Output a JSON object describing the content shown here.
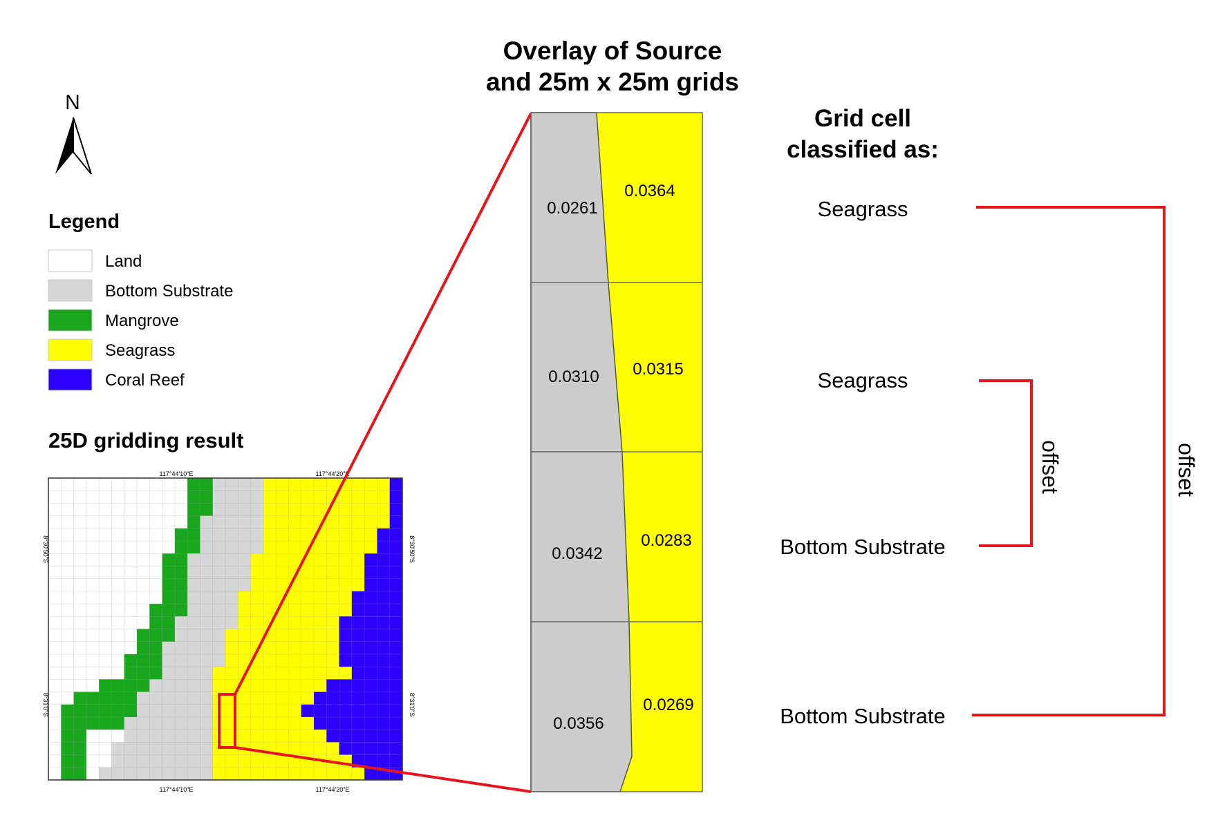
{
  "north_label": "N",
  "legend": {
    "title": "Legend",
    "items": [
      {
        "label": "Land",
        "color": "#ffffff"
      },
      {
        "label": "Bottom Substrate",
        "color": "#d6d6d6"
      },
      {
        "label": "Mangrove",
        "color": "#19a71d"
      },
      {
        "label": "Seagrass",
        "color": "#ffff00"
      },
      {
        "label": "Coral Reef",
        "color": "#2b00ff"
      }
    ]
  },
  "map": {
    "title": "25D gridding result",
    "top_ticks": [
      "117°44'10\"E",
      "117°44'20\"E"
    ],
    "bottom_ticks": [
      "117°44'10\"E",
      "117°44'20\"E"
    ],
    "left_ticks": [
      "8°30'50\"S",
      "8°31'0\"S"
    ],
    "right_ticks": [
      "8°30'50\"S",
      "8°31'0\"S"
    ]
  },
  "overlay": {
    "title_line1": "Overlay of Source",
    "title_line2": "and 25m x 25m grids",
    "cells": [
      {
        "left_value": "0.0261",
        "right_value": "0.0364"
      },
      {
        "left_value": "0.0310",
        "right_value": "0.0315"
      },
      {
        "left_value": "0.0342",
        "right_value": "0.0283"
      },
      {
        "left_value": "0.0356",
        "right_value": "0.0269"
      }
    ]
  },
  "classification": {
    "title_line1": "Grid cell",
    "title_line2": "classified as:",
    "labels": [
      "Seagrass",
      "Seagrass",
      "Bottom Substrate",
      "Bottom Substrate"
    ],
    "offset_label": "offset"
  },
  "colors": {
    "highlight": "#e8141c",
    "land": "#ffffff",
    "substrate": "#d6d6d6",
    "mangrove": "#19a71d",
    "seagrass": "#ffff00",
    "reef": "#2b00ff",
    "gridline": "#9a9a9a"
  }
}
